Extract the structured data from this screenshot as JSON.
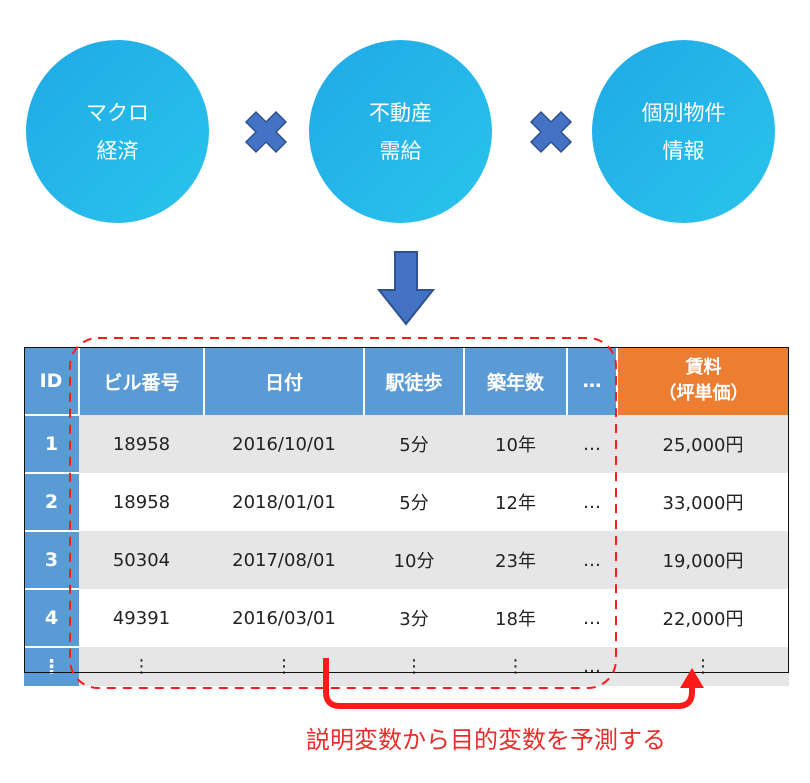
{
  "circles": [
    {
      "line1": "マクロ",
      "line2": "経済"
    },
    {
      "line1": "不動産",
      "line2": "需給"
    },
    {
      "line1": "個別物件",
      "line2": "情報"
    }
  ],
  "table": {
    "headers": [
      "ID",
      "ビル番号",
      "日付",
      "駅徒歩",
      "築年数",
      "…"
    ],
    "target_header_line1": "賃料",
    "target_header_line2": "（坪単価）",
    "rows": [
      {
        "id": "1",
        "bldg": "18958",
        "date": "2016/10/01",
        "walk": "5分",
        "age": "10年",
        "more": "…",
        "rent": "25,000円"
      },
      {
        "id": "2",
        "bldg": "18958",
        "date": "2018/01/01",
        "walk": "5分",
        "age": "12年",
        "more": "…",
        "rent": "33,000円"
      },
      {
        "id": "3",
        "bldg": "50304",
        "date": "2017/08/01",
        "walk": "10分",
        "age": "23年",
        "more": "…",
        "rent": "19,000円"
      },
      {
        "id": "4",
        "bldg": "49391",
        "date": "2016/03/01",
        "walk": "3分",
        "age": "18年",
        "more": "…",
        "rent": "22,000円"
      },
      {
        "id": "⋮",
        "bldg": "⋮",
        "date": "⋮",
        "walk": "⋮",
        "age": "⋮",
        "more": "…",
        "rent": "⋮"
      }
    ]
  },
  "caption": "説明変数から目的変数を予測する",
  "colors": {
    "circle": "#1fb4e8",
    "cross": "#4472c4",
    "header": "#5b9bd5",
    "target": "#ed7d31",
    "annotation": "#ff1a1a"
  }
}
